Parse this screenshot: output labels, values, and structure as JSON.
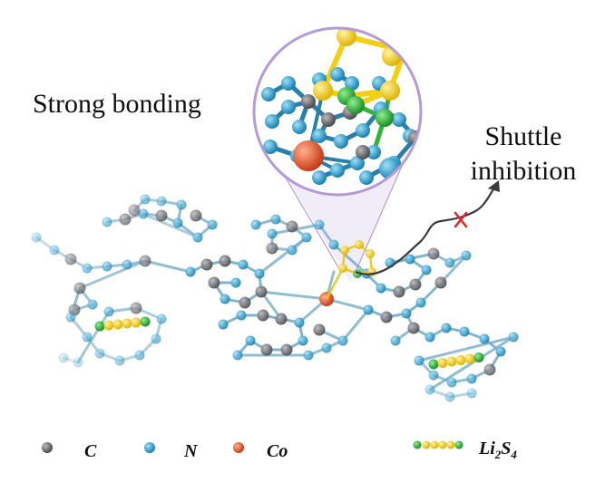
{
  "labels": {
    "strong_bonding": "Strong bonding",
    "shuttle_line1": "Shuttle",
    "shuttle_line2": "inhibition"
  },
  "legend": [
    {
      "name": "carbon",
      "symbol": "C",
      "color": "#6d6d72"
    },
    {
      "name": "nitrogen",
      "symbol": "N",
      "color": "#2a9fce"
    },
    {
      "name": "cobalt",
      "symbol": "Co",
      "color": "#e5552c"
    }
  ],
  "polysulfide": {
    "prefix": "Li",
    "sub1": "2",
    "mid": "S",
    "sub2": "4"
  },
  "colors": {
    "carbon": "#6d6d72",
    "nitrogen": "#2a9fce",
    "cobalt": "#e5552c",
    "sulfur": "#f2cf12",
    "lithium": "#2fb33a",
    "magnifier": "#b49ad8",
    "cross": "#e0262a"
  }
}
